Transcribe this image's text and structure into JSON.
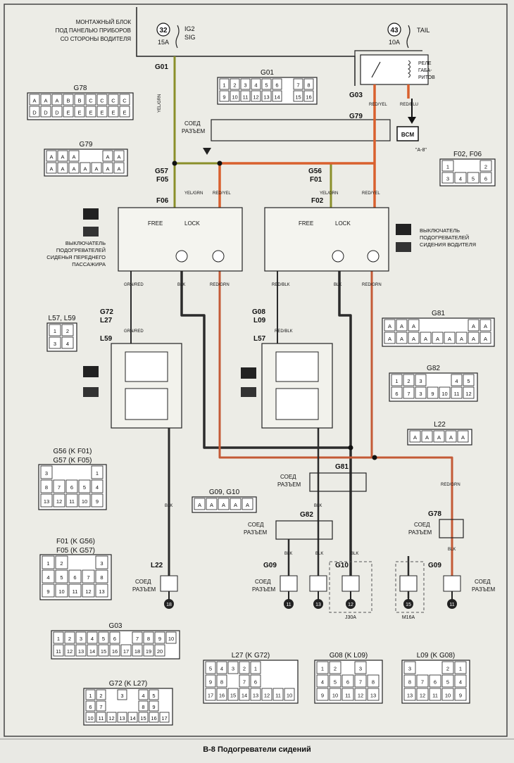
{
  "title": "B-8 Подогреватели сидений",
  "fuses": [
    {
      "number": "32",
      "name": "IG2",
      "name2": "SIG",
      "rating": "15A"
    },
    {
      "number": "43",
      "name": "TAIL",
      "name2": "",
      "rating": "10A"
    }
  ],
  "fuse_block_label": [
    "МОНТАЖНЫЙ БЛОК",
    "ПОД ПАНЕЛЬЮ ПРИБОРОВ",
    "СО СТОРОНЫ ВОДИТЕЛЯ"
  ],
  "relay_label": [
    "РЕЛЕ",
    "ГАБА-",
    "РИТОВ"
  ],
  "bcm": "BCM",
  "bcm_note": "\"A-8\"",
  "junction_label": [
    "СОЕД",
    "РАЗЪЕМ"
  ],
  "switch_pass_label": [
    "ВЫКЛЮЧАТЕЛЬ",
    "ПОДОГРЕВАТЕЛЕЙ",
    "СИДЕНЬЯ ПЕРЕДНЕГО",
    "ПАССАЖИРА"
  ],
  "switch_drv_label": [
    "ВЫКЛЮЧАТЕЛЬ",
    "ПОДОГРЕВАТЕЛЕЙ",
    "СИДЕНИЯ ВОДИТЕЛЯ"
  ],
  "switch_modes": {
    "free": "FREE",
    "lock": "LOCK"
  },
  "wire_colors": {
    "yel_grn": "#8a8f2a",
    "red_yel": "#d9602e",
    "blk": "#2b2b2b",
    "red_grn": "#c45a36"
  },
  "wire_labels": {
    "yel_grn": "YEL/GRN",
    "red_yel": "RED/YEL",
    "red_blu": "RED/BLU",
    "blk": "BLK",
    "red_grn": "RED/GRN",
    "grn_red": "GRN/RED",
    "red_blk": "RED/BLK"
  },
  "connector_refs": {
    "g01": "G01",
    "g03": "G03",
    "g79": "G79",
    "g57": "G57",
    "f05": "F05",
    "f06": "F06",
    "g56": "G56",
    "f01": "F01",
    "f02": "F02",
    "g72": "G72",
    "l27": "L27",
    "l59": "L59",
    "g08": "G08",
    "l09": "L09",
    "l57": "L57",
    "g81": "G81",
    "g82": "G82",
    "g78": "G78",
    "l22": "L22",
    "g09": "G09",
    "g10": "G10"
  },
  "grounds": [
    {
      "id": "18",
      "label": ""
    },
    {
      "id": "11",
      "label": ""
    },
    {
      "id": "13",
      "label": ""
    },
    {
      "id": "12",
      "label": "J30A"
    },
    {
      "id": "15",
      "label": "M16A"
    },
    {
      "id": "11",
      "label": ""
    }
  ],
  "legends": {
    "g01": {
      "title": "G01",
      "rows": [
        [
          "1",
          "2",
          "3",
          "4",
          "5",
          "6",
          "",
          "7",
          "8"
        ],
        [
          "9",
          "10",
          "11",
          "12",
          "13",
          "14",
          "",
          "15",
          "16"
        ]
      ]
    },
    "g78": {
      "title": "G78",
      "rows": [
        [
          "A",
          "A",
          "A",
          "B",
          "B",
          "C",
          "C",
          "C",
          "C"
        ],
        [
          "D",
          "D",
          "D",
          "E",
          "E",
          "E",
          "E",
          "E",
          "E"
        ]
      ]
    },
    "g79": {
      "title": "G79",
      "rows": [
        [
          "A",
          "A",
          "A",
          "",
          "",
          "A",
          "A"
        ],
        [
          "A",
          "A",
          "A",
          "A",
          "A",
          "A",
          "A"
        ]
      ]
    },
    "f02f06": {
      "title": "F02, F06",
      "rows": [
        [
          "1",
          "",
          "",
          "2"
        ],
        [
          "3",
          "4",
          "5",
          "6"
        ]
      ]
    },
    "l57l59": {
      "title": "L57, L59",
      "rows": [
        [
          "1",
          "2"
        ],
        [
          "3",
          "4"
        ]
      ]
    },
    "g81": {
      "title": "G81",
      "rows": [
        [
          "A",
          "A",
          "A",
          "",
          "",
          "",
          "",
          "A",
          "A"
        ],
        [
          "A",
          "A",
          "A",
          "A",
          "A",
          "A",
          "A",
          "A",
          "A"
        ]
      ]
    },
    "g82": {
      "title": "G82",
      "rows": [
        [
          "1",
          "2",
          "3",
          "",
          "",
          "4",
          "5"
        ],
        [
          "6",
          "7",
          "3",
          "9",
          "10",
          "11",
          "12"
        ]
      ]
    },
    "l22": {
      "title": "L22",
      "rows": [
        [
          "A",
          "A",
          "A",
          "A",
          "A"
        ]
      ]
    },
    "g56": {
      "title": "G56 (K F01)",
      "title2": "G57 (K F05)",
      "rows": [
        [
          "3",
          "",
          "",
          "",
          "1"
        ],
        [
          "8",
          "7",
          "6",
          "5",
          "4"
        ],
        [
          "13",
          "12",
          "11",
          "10",
          "9"
        ]
      ]
    },
    "g09g10": {
      "title": "G09, G10",
      "rows": [
        [
          "A",
          "A",
          "A",
          "A",
          "A"
        ]
      ]
    },
    "f01": {
      "title": "F01 (K G56)",
      "title2": "F05 (K G57)",
      "rows": [
        [
          "1",
          "2",
          "",
          "",
          "3"
        ],
        [
          "4",
          "5",
          "6",
          "7",
          "8"
        ],
        [
          "9",
          "10",
          "11",
          "12",
          "13"
        ]
      ]
    },
    "g03": {
      "title": "G03",
      "rows": [
        [
          "1",
          "2",
          "3",
          "4",
          "5",
          "6",
          "",
          "7",
          "8",
          "9",
          "10"
        ],
        [
          "11",
          "12",
          "13",
          "14",
          "15",
          "16",
          "17",
          "18",
          "19",
          "20"
        ]
      ]
    },
    "l27": {
      "title": "L27 (K G72)",
      "rows": [
        [
          "5",
          "4",
          "3",
          "2",
          "1"
        ],
        [
          "9",
          "8",
          "",
          "7",
          "6"
        ],
        [
          "17",
          "16",
          "15",
          "14",
          "13",
          "12",
          "11",
          "10"
        ]
      ]
    },
    "g08": {
      "title": "G08 (K L09)",
      "rows": [
        [
          "1",
          "2",
          "",
          "3"
        ],
        [
          "4",
          "5",
          "6",
          "7",
          "8"
        ],
        [
          "9",
          "10",
          "11",
          "12",
          "13"
        ]
      ]
    },
    "l09": {
      "title": "L09 (K G08)",
      "rows": [
        [
          "3",
          "",
          "",
          "2",
          "1"
        ],
        [
          "8",
          "7",
          "6",
          "5",
          "4"
        ],
        [
          "13",
          "12",
          "11",
          "10",
          "9"
        ]
      ]
    },
    "g72": {
      "title": "G72 (K L27)",
      "rows": [
        [
          "1",
          "2",
          "",
          "3",
          "",
          "4",
          "5"
        ],
        [
          "6",
          "7",
          "",
          "",
          "",
          "8",
          "9"
        ],
        [
          "10",
          "11",
          "12",
          "13",
          "14",
          "15",
          "16",
          "17"
        ]
      ]
    }
  }
}
